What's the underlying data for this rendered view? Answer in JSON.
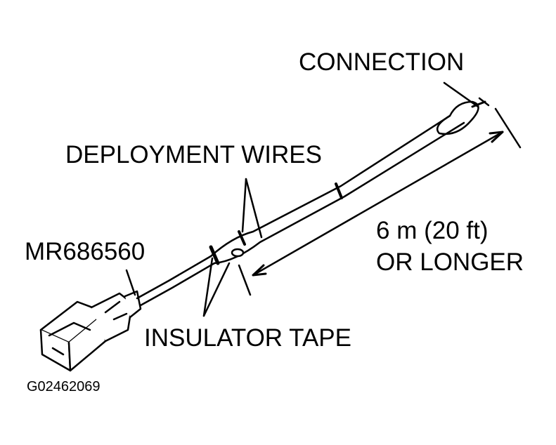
{
  "labels": {
    "connection": "CONNECTION",
    "deployment_wires": "DEPLOYMENT WIRES",
    "connector_part_no": "MR686560",
    "length_line1": "6 m (20 ft)",
    "length_line2": "OR LONGER",
    "insulator_tape": "INSULATOR TAPE",
    "figure_id": "G02462069"
  }
}
